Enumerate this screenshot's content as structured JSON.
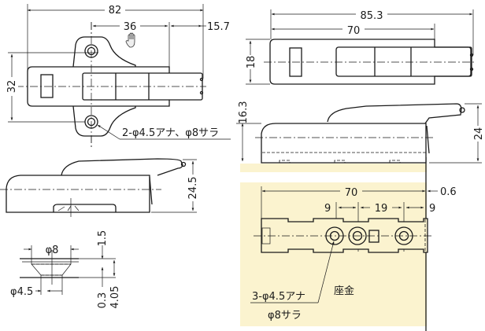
{
  "colors": {
    "background": "#ffffff",
    "mounting_surface": "#fbf3cf",
    "line": "#1a1a1a"
  },
  "top_left_view": {
    "dim_total": "82",
    "dim_hole_offset": "36",
    "dim_overhang": "15.7",
    "dim_hole_pitch": "32",
    "hole_note": "2-φ4.5アナ、φ8サラ",
    "cursor_icon": "hand-cursor-icon"
  },
  "side_left_view": {
    "dim_height": "24.5"
  },
  "countersink_detail": {
    "dim_countersink_dia": "φ8",
    "dim_hole_dia": "φ4.5",
    "dim_top": "1.5",
    "dim_gap": "0.3",
    "dim_thickness": "4.05"
  },
  "top_right_view": {
    "dim_total": "85.3",
    "dim_body": "70",
    "dim_width": "18"
  },
  "side_right_view": {
    "dim_base": "16.3",
    "dim_height": "24"
  },
  "washer_view": {
    "dim_length": "70",
    "dim_offset": "0.6",
    "dim_pitch_1": "9",
    "dim_pitch_2": "19",
    "dim_pitch_3": "9",
    "hole_note_1": "3-φ4.5アナ",
    "hole_note_2": "φ8サラ",
    "label": "座金"
  }
}
